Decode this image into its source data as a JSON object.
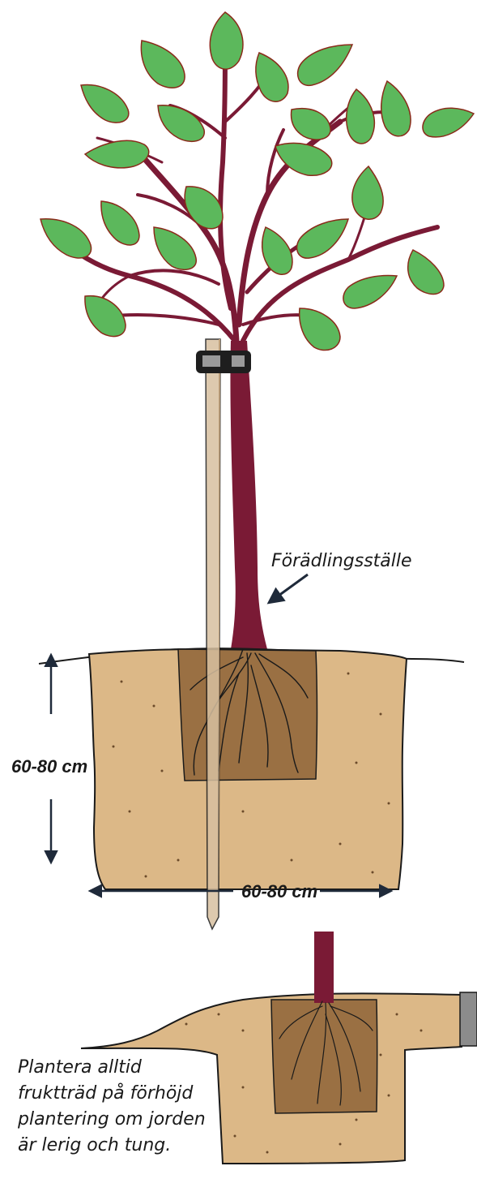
{
  "labels": {
    "graft_point": "Förädlingsställe",
    "depth": "60-80 cm",
    "width": "60-80 cm",
    "note_lines": [
      "Plantera alltid",
      "fruktträd på förhöjd",
      "plantering om jorden",
      "är lerig och tung."
    ]
  },
  "colors": {
    "leaf": "#5cb85c",
    "leaf_outline": "#8a2a1a",
    "trunk": "#7a1a35",
    "stake": "#d8c0a0",
    "soil": "#dcb887",
    "rootball": "#9a7043",
    "tie": "#1e1e1e",
    "arrow": "#1f2a3a"
  }
}
